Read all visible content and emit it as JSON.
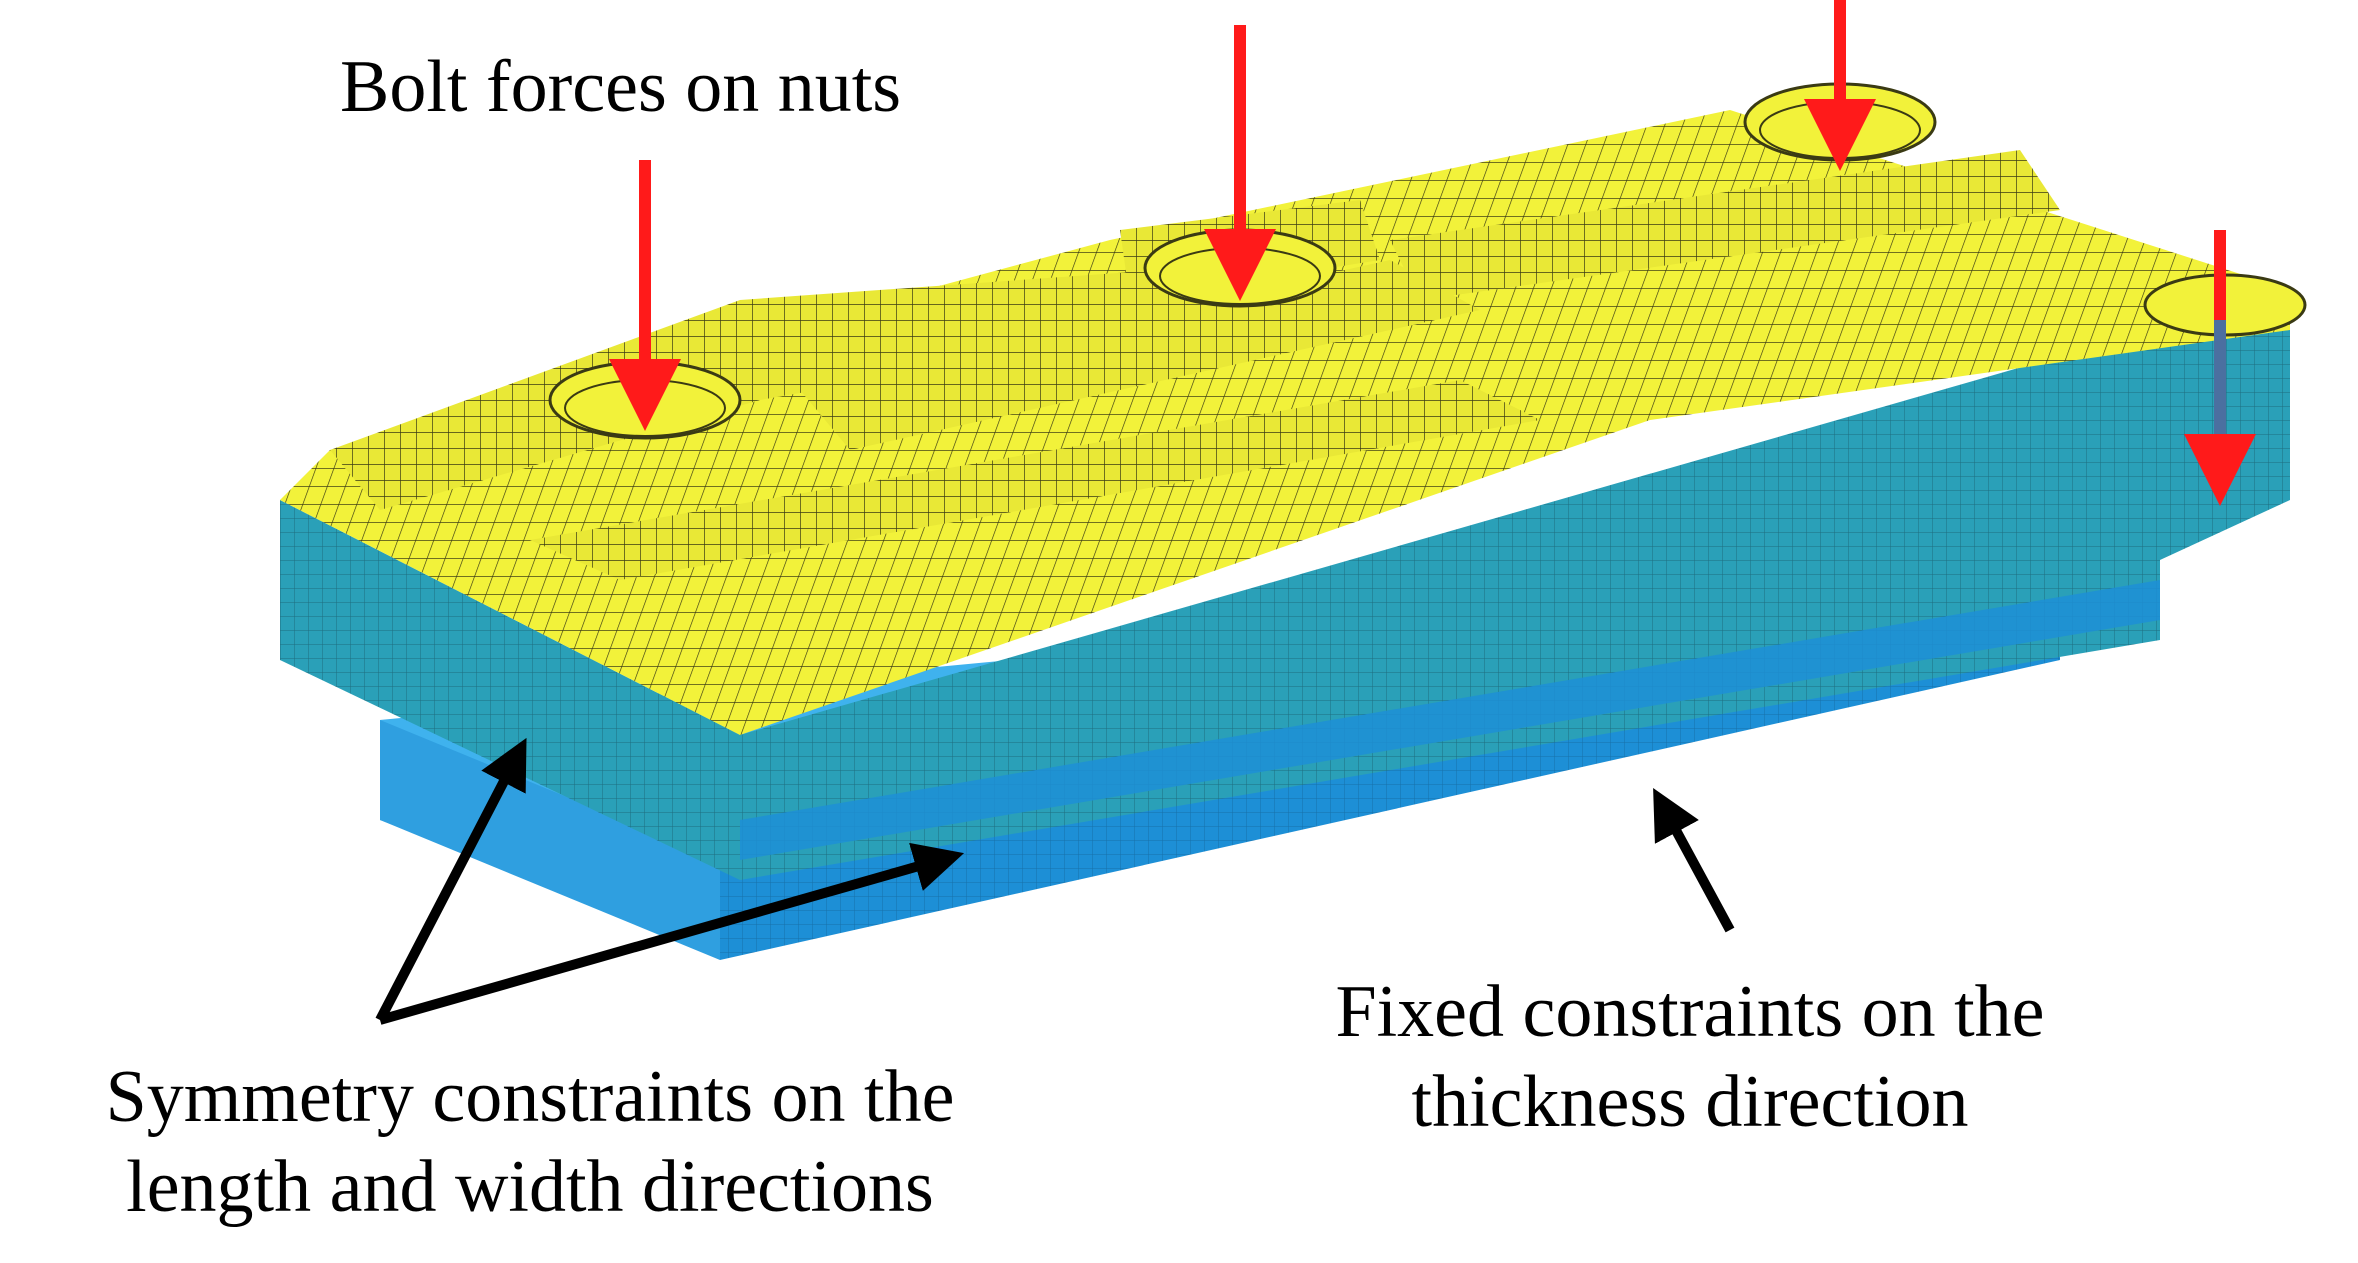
{
  "labels": {
    "bolt_forces": "Bolt forces on nuts",
    "fixed_line1": "Fixed constraints on the",
    "fixed_line2": "thickness direction",
    "symmetry_line1": "Symmetry constraints on the",
    "symmetry_line2": "length and width directions"
  },
  "colors": {
    "top_mesh": "#f2f23a",
    "side_mesh": "#2aa0b8",
    "bottom_plate": "#1d8fd6",
    "bottom_plate_light": "#3fb2ee",
    "mesh_line": "#2a2a10",
    "force_arrow": "#ff1a1a",
    "constraint_arrow": "#000000"
  },
  "icons": {
    "force": "red-down-arrow",
    "constraint": "black-arrow"
  }
}
